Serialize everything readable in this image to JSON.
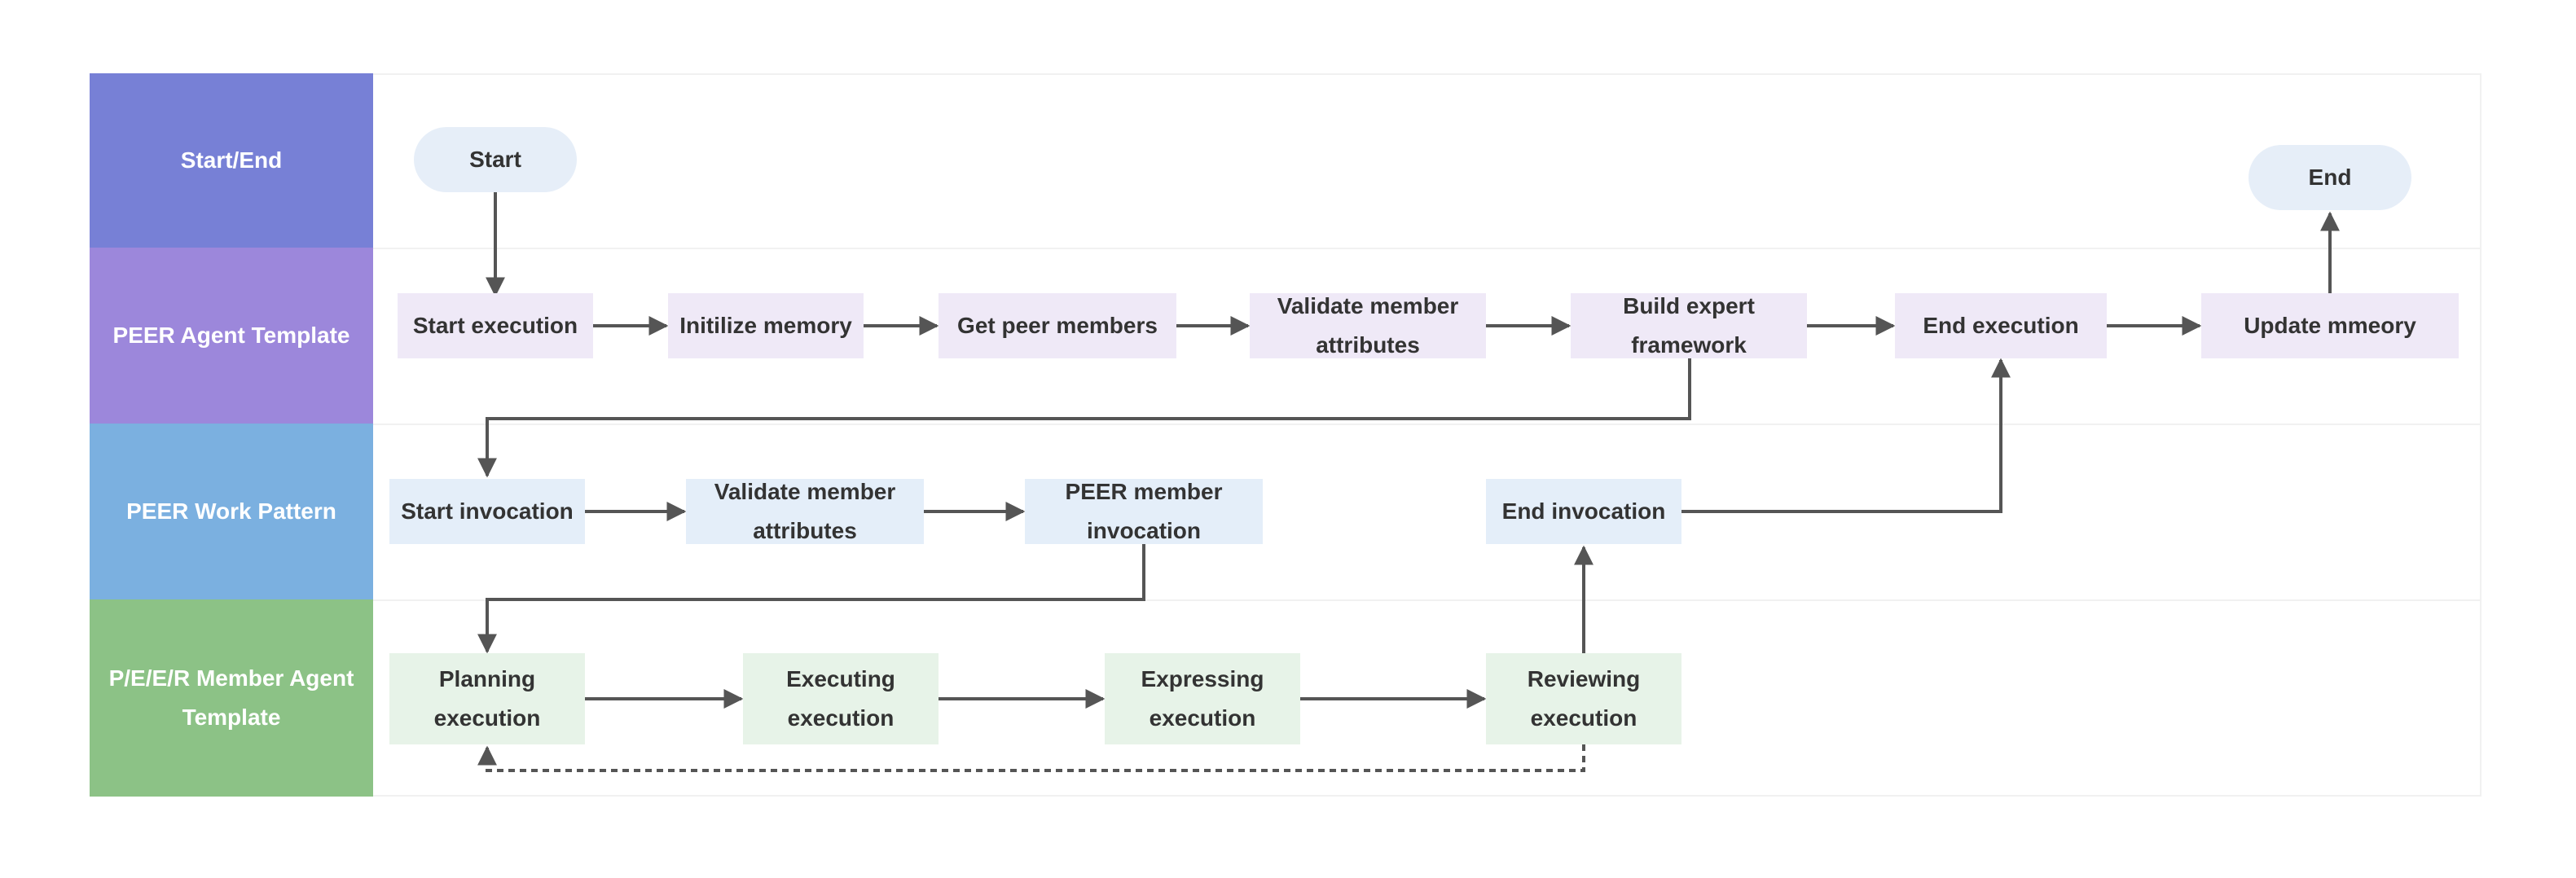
{
  "lanes": [
    {
      "label": "Start/End",
      "color": "#7780d6"
    },
    {
      "label": "PEER Agent Template",
      "color": "#9c87db"
    },
    {
      "label": "PEER Work Pattern",
      "color": "#7bb0e0"
    },
    {
      "label": "P/E/E/R Member Agent Template",
      "color": "#8cc286"
    }
  ],
  "nodes": {
    "start": "Start",
    "end": "End",
    "start_execution": "Start execution",
    "init_memory": "Initilize memory",
    "get_peers": "Get peer members",
    "validate_attrs_agent": "Validate member attributes",
    "build_framework": "Build expert framework",
    "end_execution": "End execution",
    "update_memory": "Update mmeory",
    "start_invocation": "Start invocation",
    "validate_attrs_pattern": "Validate member attributes",
    "peer_invocation": "PEER member invocation",
    "end_invocation": "End invocation",
    "planning": "Planning execution",
    "executing": "Executing execution",
    "expressing": "Expressing execution",
    "reviewing": "Reviewing execution"
  },
  "edges": [
    {
      "from": "start",
      "to": "start_execution",
      "style": "solid"
    },
    {
      "from": "start_execution",
      "to": "init_memory",
      "style": "solid"
    },
    {
      "from": "init_memory",
      "to": "get_peers",
      "style": "solid"
    },
    {
      "from": "get_peers",
      "to": "validate_attrs_agent",
      "style": "solid"
    },
    {
      "from": "validate_attrs_agent",
      "to": "build_framework",
      "style": "solid"
    },
    {
      "from": "build_framework",
      "to": "end_execution",
      "style": "solid"
    },
    {
      "from": "end_execution",
      "to": "update_memory",
      "style": "solid"
    },
    {
      "from": "update_memory",
      "to": "end",
      "style": "solid"
    },
    {
      "from": "build_framework",
      "to": "start_invocation",
      "style": "solid"
    },
    {
      "from": "start_invocation",
      "to": "validate_attrs_pattern",
      "style": "solid"
    },
    {
      "from": "validate_attrs_pattern",
      "to": "peer_invocation",
      "style": "solid"
    },
    {
      "from": "peer_invocation",
      "to": "planning",
      "style": "solid"
    },
    {
      "from": "planning",
      "to": "executing",
      "style": "solid"
    },
    {
      "from": "executing",
      "to": "expressing",
      "style": "solid"
    },
    {
      "from": "expressing",
      "to": "reviewing",
      "style": "solid"
    },
    {
      "from": "reviewing",
      "to": "end_invocation",
      "style": "solid"
    },
    {
      "from": "end_invocation",
      "to": "end_execution",
      "style": "solid"
    },
    {
      "from": "reviewing",
      "to": "planning",
      "style": "dashed"
    }
  ]
}
